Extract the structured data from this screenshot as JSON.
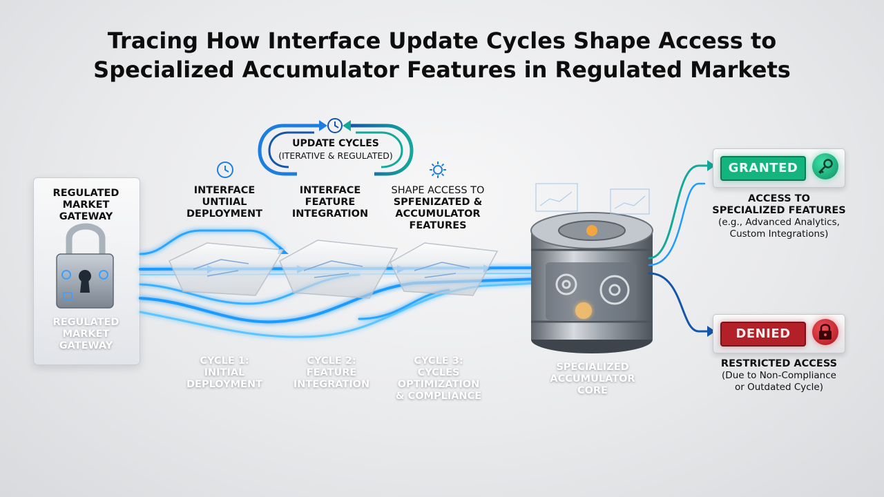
{
  "title": {
    "line1": "Tracing How Interface Update Cycles Shape Access to",
    "line2": "Specialized Accumulator Features in Regulated Markets"
  },
  "gateway": {
    "top_label": [
      "REGULATED",
      "MARKET",
      "GATEWAY"
    ],
    "bottom_label": [
      "REGULATED",
      "MARKET",
      "GATEWAY"
    ]
  },
  "update_cycles": {
    "title": "UPDATE CYCLES",
    "subtitle": "(ITERATIVE & REGULATED)"
  },
  "stages": [
    {
      "lines": [
        "INTERFACE",
        "UNTIIAL",
        "DEPLOYMENT"
      ],
      "icon": "clock-icon"
    },
    {
      "lines": [
        "INTERFACE",
        "FEATURE",
        "INTEGRATION"
      ],
      "icon": ""
    },
    {
      "lines": [
        "SHAPE ACCESS TO",
        "SPFENIZATED &",
        "ACCUMULATOR",
        "FEATURES"
      ],
      "icon": "gear-icon"
    }
  ],
  "cycles": [
    {
      "lines": [
        "CYCLE 1:",
        "INITIAL",
        "DEPLOYMENT"
      ]
    },
    {
      "lines": [
        "CYCLE 2:",
        "FEATURE",
        "INTEGRATION"
      ]
    },
    {
      "lines": [
        "CYCLE 3:",
        "CYCLES",
        "OPTIMIZATION",
        "& COMPLIANCE"
      ]
    }
  ],
  "core": {
    "lines": [
      "SPECIALIZED",
      "ACCUMULATOR",
      "CORE"
    ]
  },
  "granted": {
    "badge": "GRANTED",
    "icon": "key-icon",
    "lines": [
      "ACCESS TO",
      "SPECIALIZED FEATURES",
      "(e.g., Advanced Analytics,",
      "Custom Integrations)"
    ]
  },
  "denied": {
    "badge": "DENIED",
    "icon": "lock-icon",
    "lines": [
      "RESTRICTED ACCESS",
      "(Due to Non-Compliance",
      "or Outdated Cycle)"
    ]
  },
  "colors": {
    "flow_blue": "#1e9bff",
    "flow_glow": "#7fd0ff",
    "teal": "#14a89a",
    "navy": "#1556a8",
    "granted": "#14b47e",
    "denied": "#b42028"
  }
}
